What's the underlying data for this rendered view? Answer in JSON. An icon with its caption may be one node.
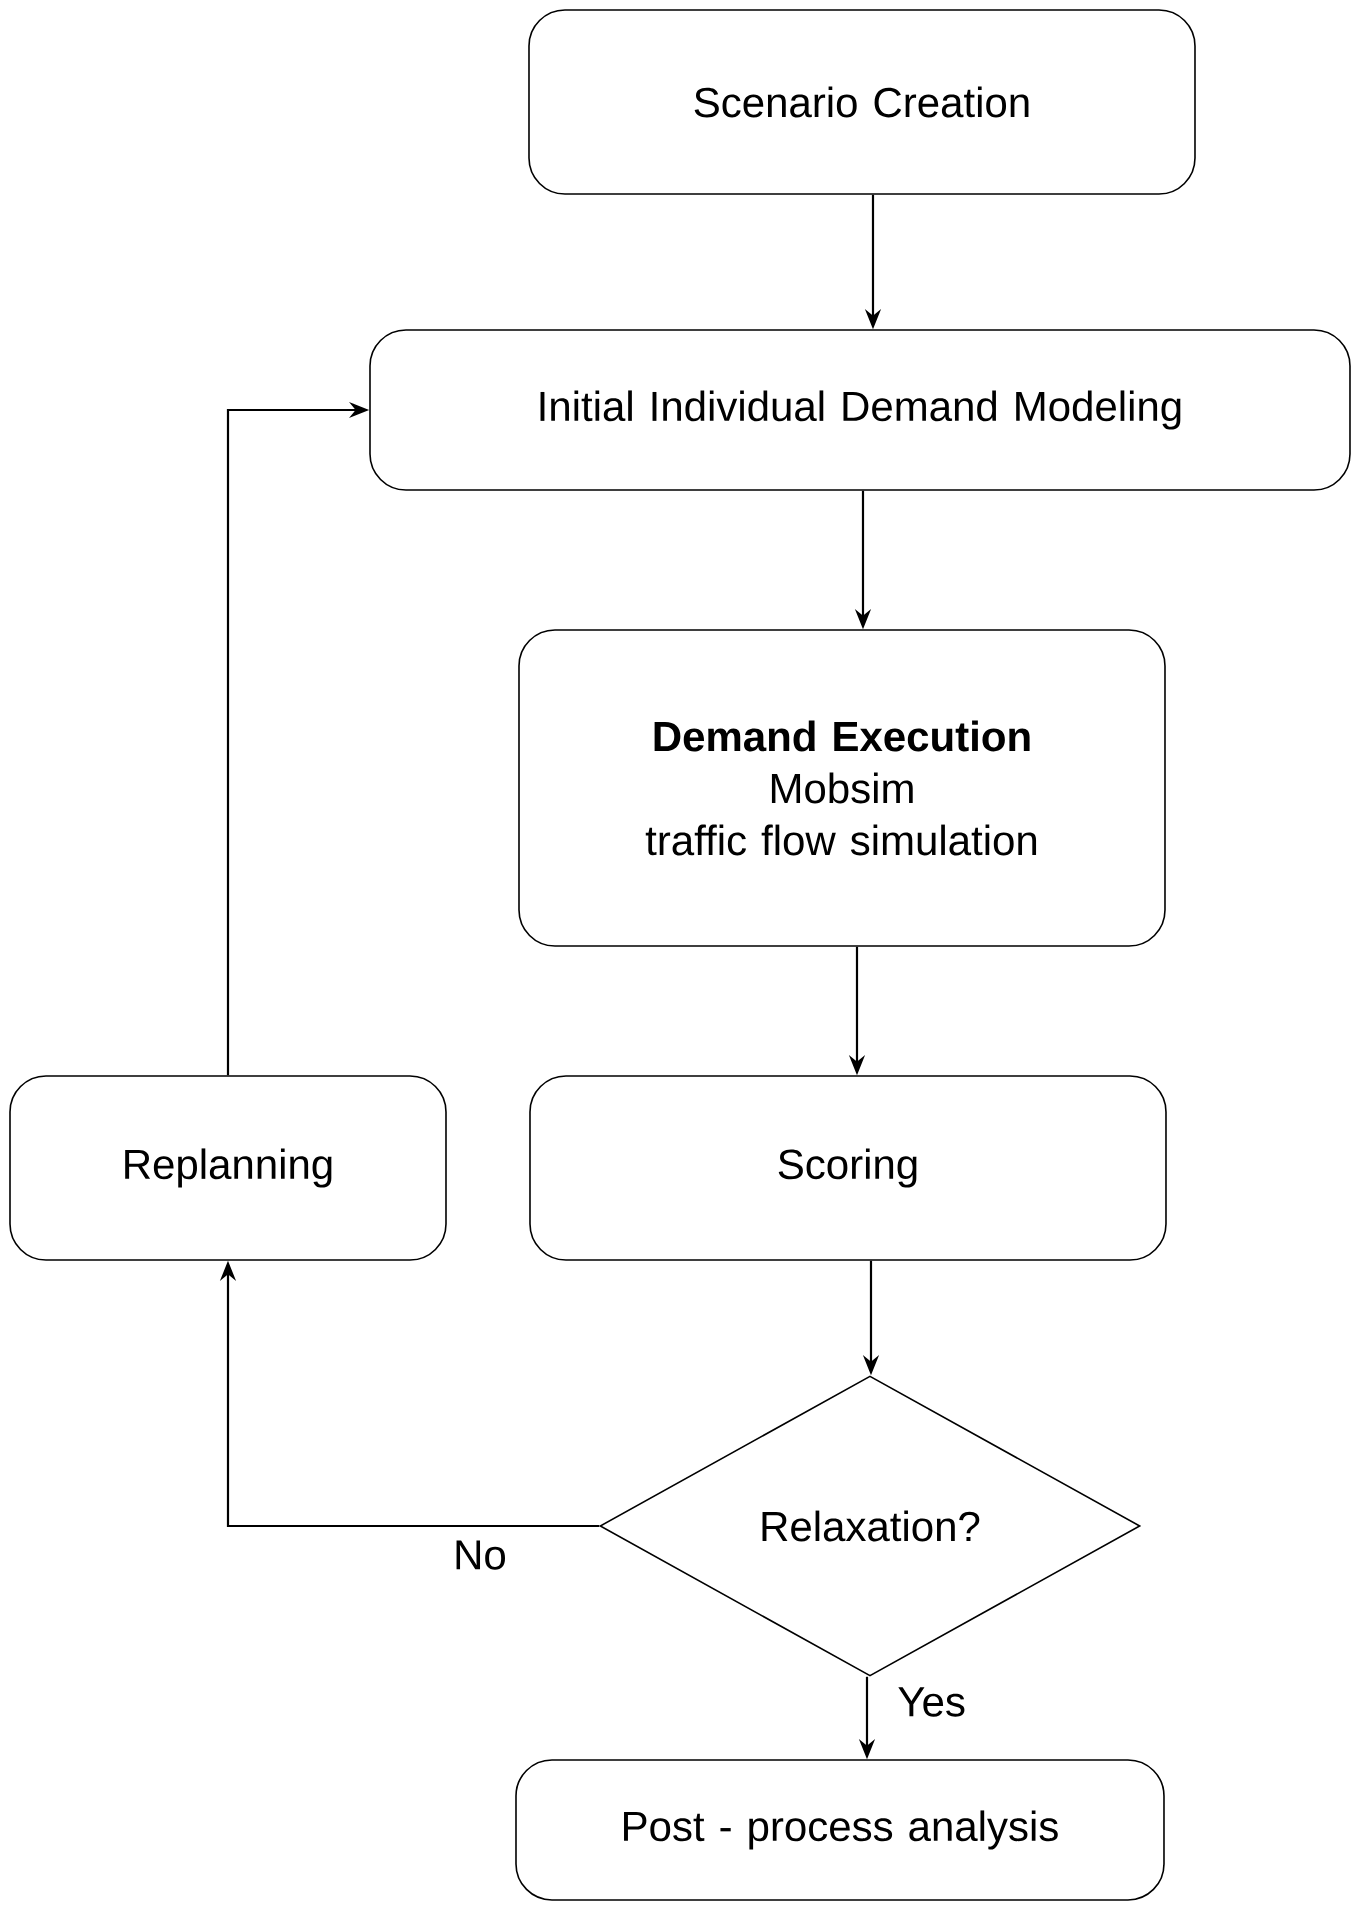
{
  "diagram": {
    "nodes": [
      {
        "text": [
          "Scenario Creation"
        ]
      },
      {
        "text": [
          "Initial Individual Demand Modeling"
        ]
      },
      {
        "text": [
          "Demand Execution",
          "Mobsim",
          "traffic flow simulation"
        ]
      },
      {
        "text": [
          "Replanning"
        ]
      },
      {
        "text": [
          "Scoring"
        ]
      },
      {
        "text": [
          "Relaxation?"
        ]
      },
      {
        "text": [
          "Post - process analysis"
        ]
      }
    ],
    "edges": [
      {
        "from": 0,
        "to": 1,
        "arrow": "to"
      },
      {
        "from": 1,
        "to": 2,
        "arrow": "to"
      },
      {
        "from": 2,
        "to": 4,
        "arrow": "to"
      },
      {
        "from": 4,
        "to": 5,
        "arrow": "to"
      },
      {
        "from": 5,
        "to": 6,
        "arrow": "to",
        "label": "Yes"
      },
      {
        "from": 5,
        "to": 3,
        "arrow": "to",
        "label": "No"
      },
      {
        "from": 3,
        "to": 1,
        "arrow": "to"
      }
    ]
  }
}
